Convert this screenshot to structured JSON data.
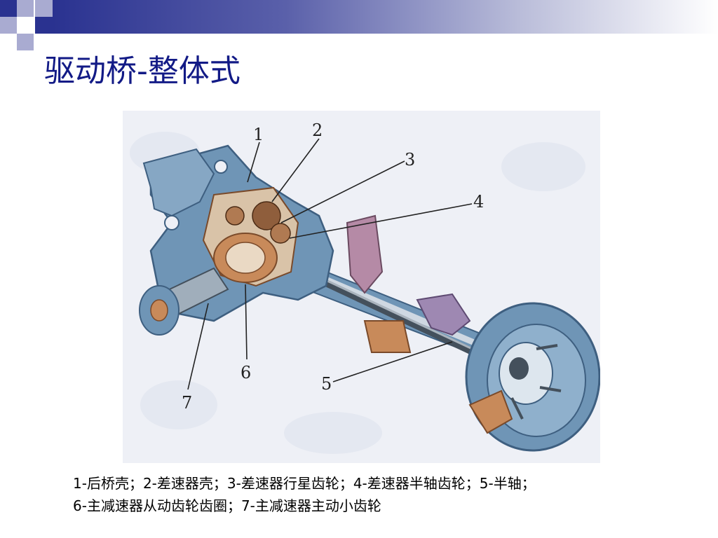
{
  "slide": {
    "title": "驱动桥-整体式",
    "caption": {
      "line1": "1-后桥壳；2-差速器壳；3-差速器行星齿轮；4-差速器半轴齿轮；5-半轴；",
      "line2": "6-主减速器从动齿轮齿圈；7-主减速器主动小齿轮"
    }
  },
  "figure": {
    "callouts": [
      "1",
      "2",
      "3",
      "4",
      "5",
      "6",
      "7"
    ]
  },
  "colors": {
    "title": "#121a86",
    "header_dark": "#2a3290",
    "header_light": "#b9bcd9",
    "square_dark": "#2a3290",
    "square_light": "#a9abd1",
    "housing_blue": "#6f95b6",
    "housing_dark": "#3e5f80",
    "copper": "#c88a5a",
    "violet": "#9e88b2"
  }
}
